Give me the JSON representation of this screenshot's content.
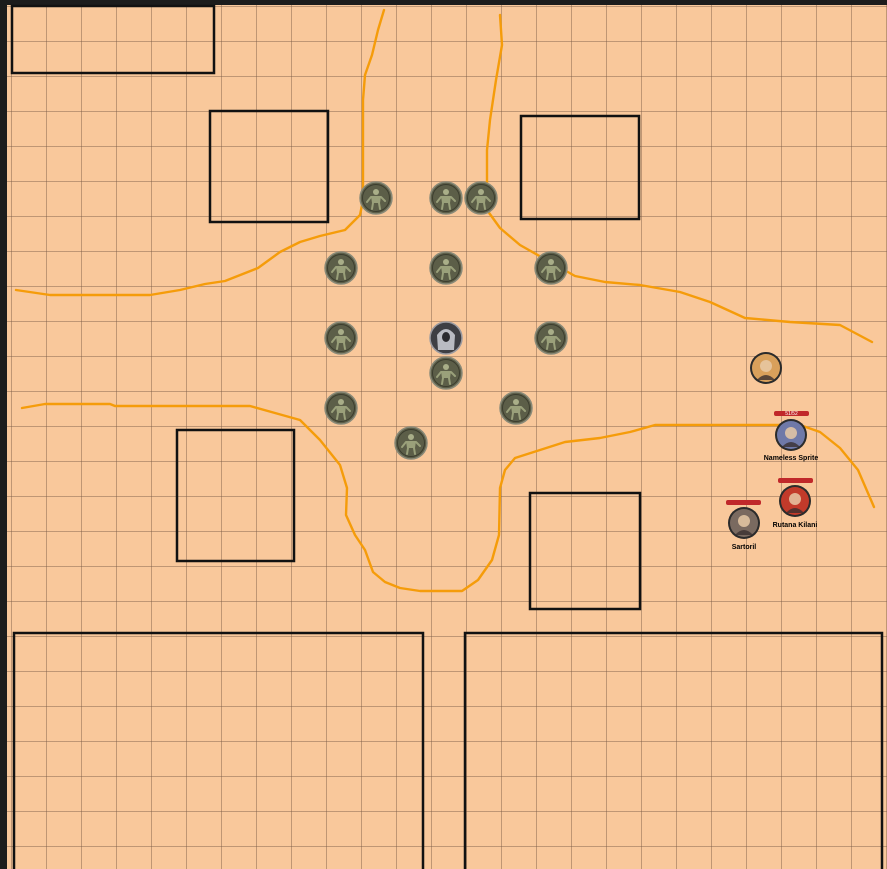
{
  "colors": {
    "map_background": "#f9c89b",
    "grid_line": "#8a6a55",
    "wall": "#111111",
    "path": "#f59c0a",
    "health_bar": "#c0282a",
    "enemy_token": "#5c5e48",
    "enemy_token_ring": "#8a8a78"
  },
  "icons": {
    "enemy": "zombie-icon",
    "boss": "hooded-figure-icon"
  },
  "tokens": {
    "pcs": [
      {
        "label": "",
        "color": "#d9a05b",
        "icon": "fox-face-icon",
        "health_bar": false
      },
      {
        "label": "Nameless Sprite",
        "color": "#6f79a8",
        "icon": "sprite-icon",
        "health_bar": true,
        "bar_text": "51/52"
      },
      {
        "label": "Rutana Kilani",
        "color": "#c23a2a",
        "icon": "tiefling-icon",
        "health_bar": true,
        "bar_text": ""
      },
      {
        "label": "Sartoril",
        "color": "#7a6a60",
        "icon": "hooded-person-icon",
        "health_bar": true,
        "bar_text": ""
      }
    ]
  }
}
